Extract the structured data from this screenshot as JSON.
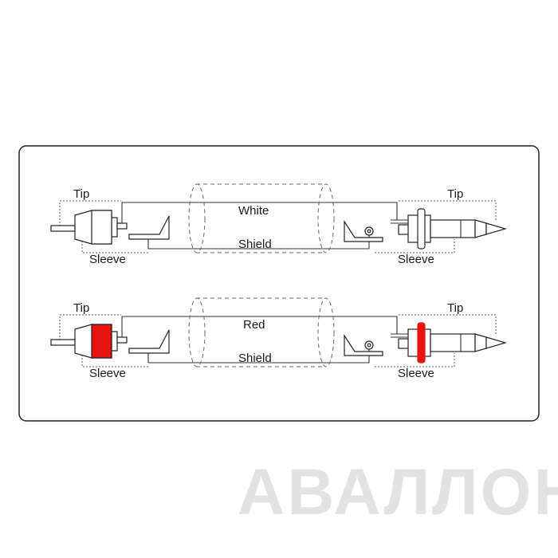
{
  "cables": [
    {
      "tip_left": "Tip",
      "tip_right": "Tip",
      "sleeve_left": "Sleeve",
      "sleeve_right": "Sleeve",
      "core": "White",
      "shield": "Shield",
      "accent_color": "#ffffff"
    },
    {
      "tip_left": "Tip",
      "tip_right": "Tip",
      "sleeve_left": "Sleeve",
      "sleeve_right": "Sleeve",
      "core": "Red",
      "shield": "Shield",
      "accent_color": "#e8130f"
    }
  ],
  "watermark": "АВАЛЛОН",
  "colors": {
    "frame": "#222222",
    "watermark": "#e2e2e2",
    "red_marker": "#e8130f"
  }
}
